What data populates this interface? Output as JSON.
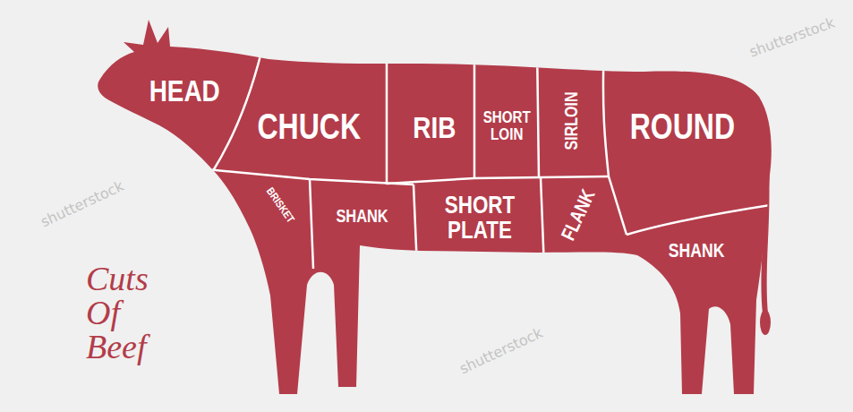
{
  "diagram": {
    "title": "Cuts Of Beef",
    "labels": [
      "HEAD",
      "CHUCK",
      "RIB",
      "SHORT LOIN",
      "SIRLOIN",
      "ROUND",
      "BRISKET",
      "SHANK",
      "SHORT PLATE",
      "FLANK",
      "SHANK",
      "shutterstock",
      "shutterstock",
      "shutterstock"
    ]
  }
}
